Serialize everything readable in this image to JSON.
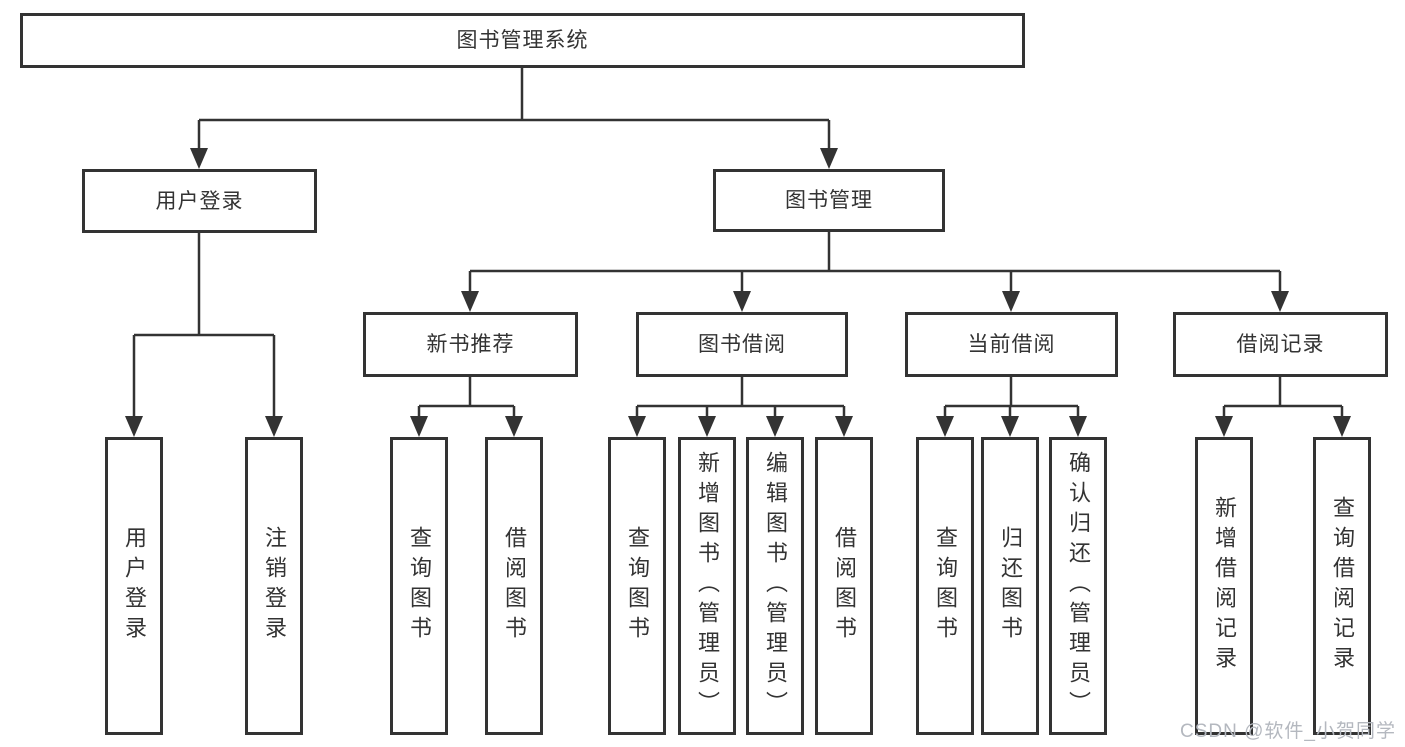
{
  "diagram": {
    "title": "图书管理系统",
    "colors": {
      "line": "#333333",
      "box_border": "#333333",
      "text": "#333333",
      "watermark": "#b4b8bf",
      "background": "#ffffff"
    },
    "level2": [
      {
        "label": "用户登录"
      },
      {
        "label": "图书管理"
      }
    ],
    "level3": [
      {
        "label": "新书推荐"
      },
      {
        "label": "图书借阅"
      },
      {
        "label": "当前借阅"
      },
      {
        "label": "借阅记录"
      }
    ],
    "leaves": {
      "user_login": [
        "用户登录",
        "注销登录"
      ],
      "new_book": [
        "查询图书",
        "借阅图书"
      ],
      "borrow": [
        "查询图书",
        "新增图书（管理员）",
        "编辑图书（管理员）",
        "借阅图书"
      ],
      "current": [
        "查询图书",
        "归还图书",
        "确认归还（管理员）"
      ],
      "records": [
        "新增借阅记录",
        "查询借阅记录"
      ]
    }
  },
  "watermark": {
    "text": "CSDN @软件_小贺同学"
  }
}
